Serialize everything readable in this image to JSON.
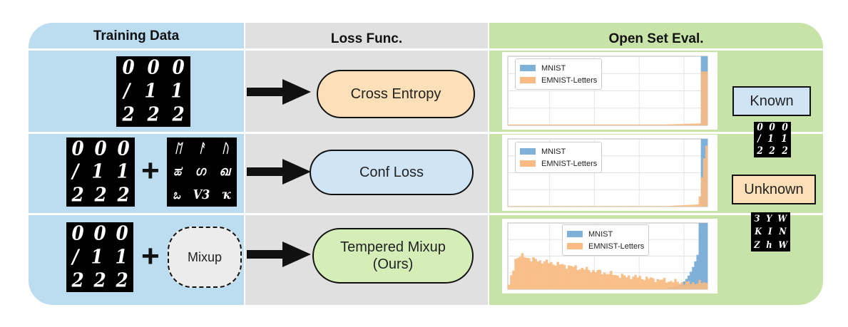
{
  "headers": {
    "training": "Training Data",
    "loss": "Loss Func.",
    "eval": "Open Set Eval."
  },
  "digit_rows": [
    "000",
    "/11",
    "222"
  ],
  "letter_rows": [
    "ᛖ ᚨ ᚢ",
    "ಹ ഗ ഖ",
    "ಒ V3 ҡ"
  ],
  "unknown_rows": [
    "ЗYW",
    "K I N",
    "Z h W"
  ],
  "rows": [
    {
      "loss": "Cross Entropy",
      "loss_color": "#fde0b8"
    },
    {
      "loss": "Conf Loss",
      "loss_color": "#cfe5f6"
    },
    {
      "loss": "Tempered Mixup",
      "loss_sub": "(Ours)",
      "loss_color": "#d5eeb8"
    }
  ],
  "mixup_label": "Mixup",
  "legend": [
    "MNIST",
    "EMNIST-Letters"
  ],
  "colors": {
    "mnist": "#7fb1d8",
    "emnist": "#f9bb82"
  },
  "known_label": "Known",
  "unknown_label": "Unknown",
  "known_color": "#cfe5f6",
  "unknown_color": "#fde0b8",
  "chart_data": [
    {
      "type": "histogram",
      "series": [
        {
          "name": "MNIST"
        },
        {
          "name": "EMNIST-Letters"
        }
      ],
      "grid": true,
      "legend": "top-left"
    },
    {
      "type": "histogram",
      "series": [
        {
          "name": "MNIST"
        },
        {
          "name": "EMNIST-Letters"
        }
      ],
      "grid": true,
      "legend": "top-left"
    },
    {
      "type": "histogram",
      "series": [
        {
          "name": "MNIST"
        },
        {
          "name": "EMNIST-Letters"
        }
      ],
      "grid": true,
      "legend": "top-center"
    }
  ]
}
